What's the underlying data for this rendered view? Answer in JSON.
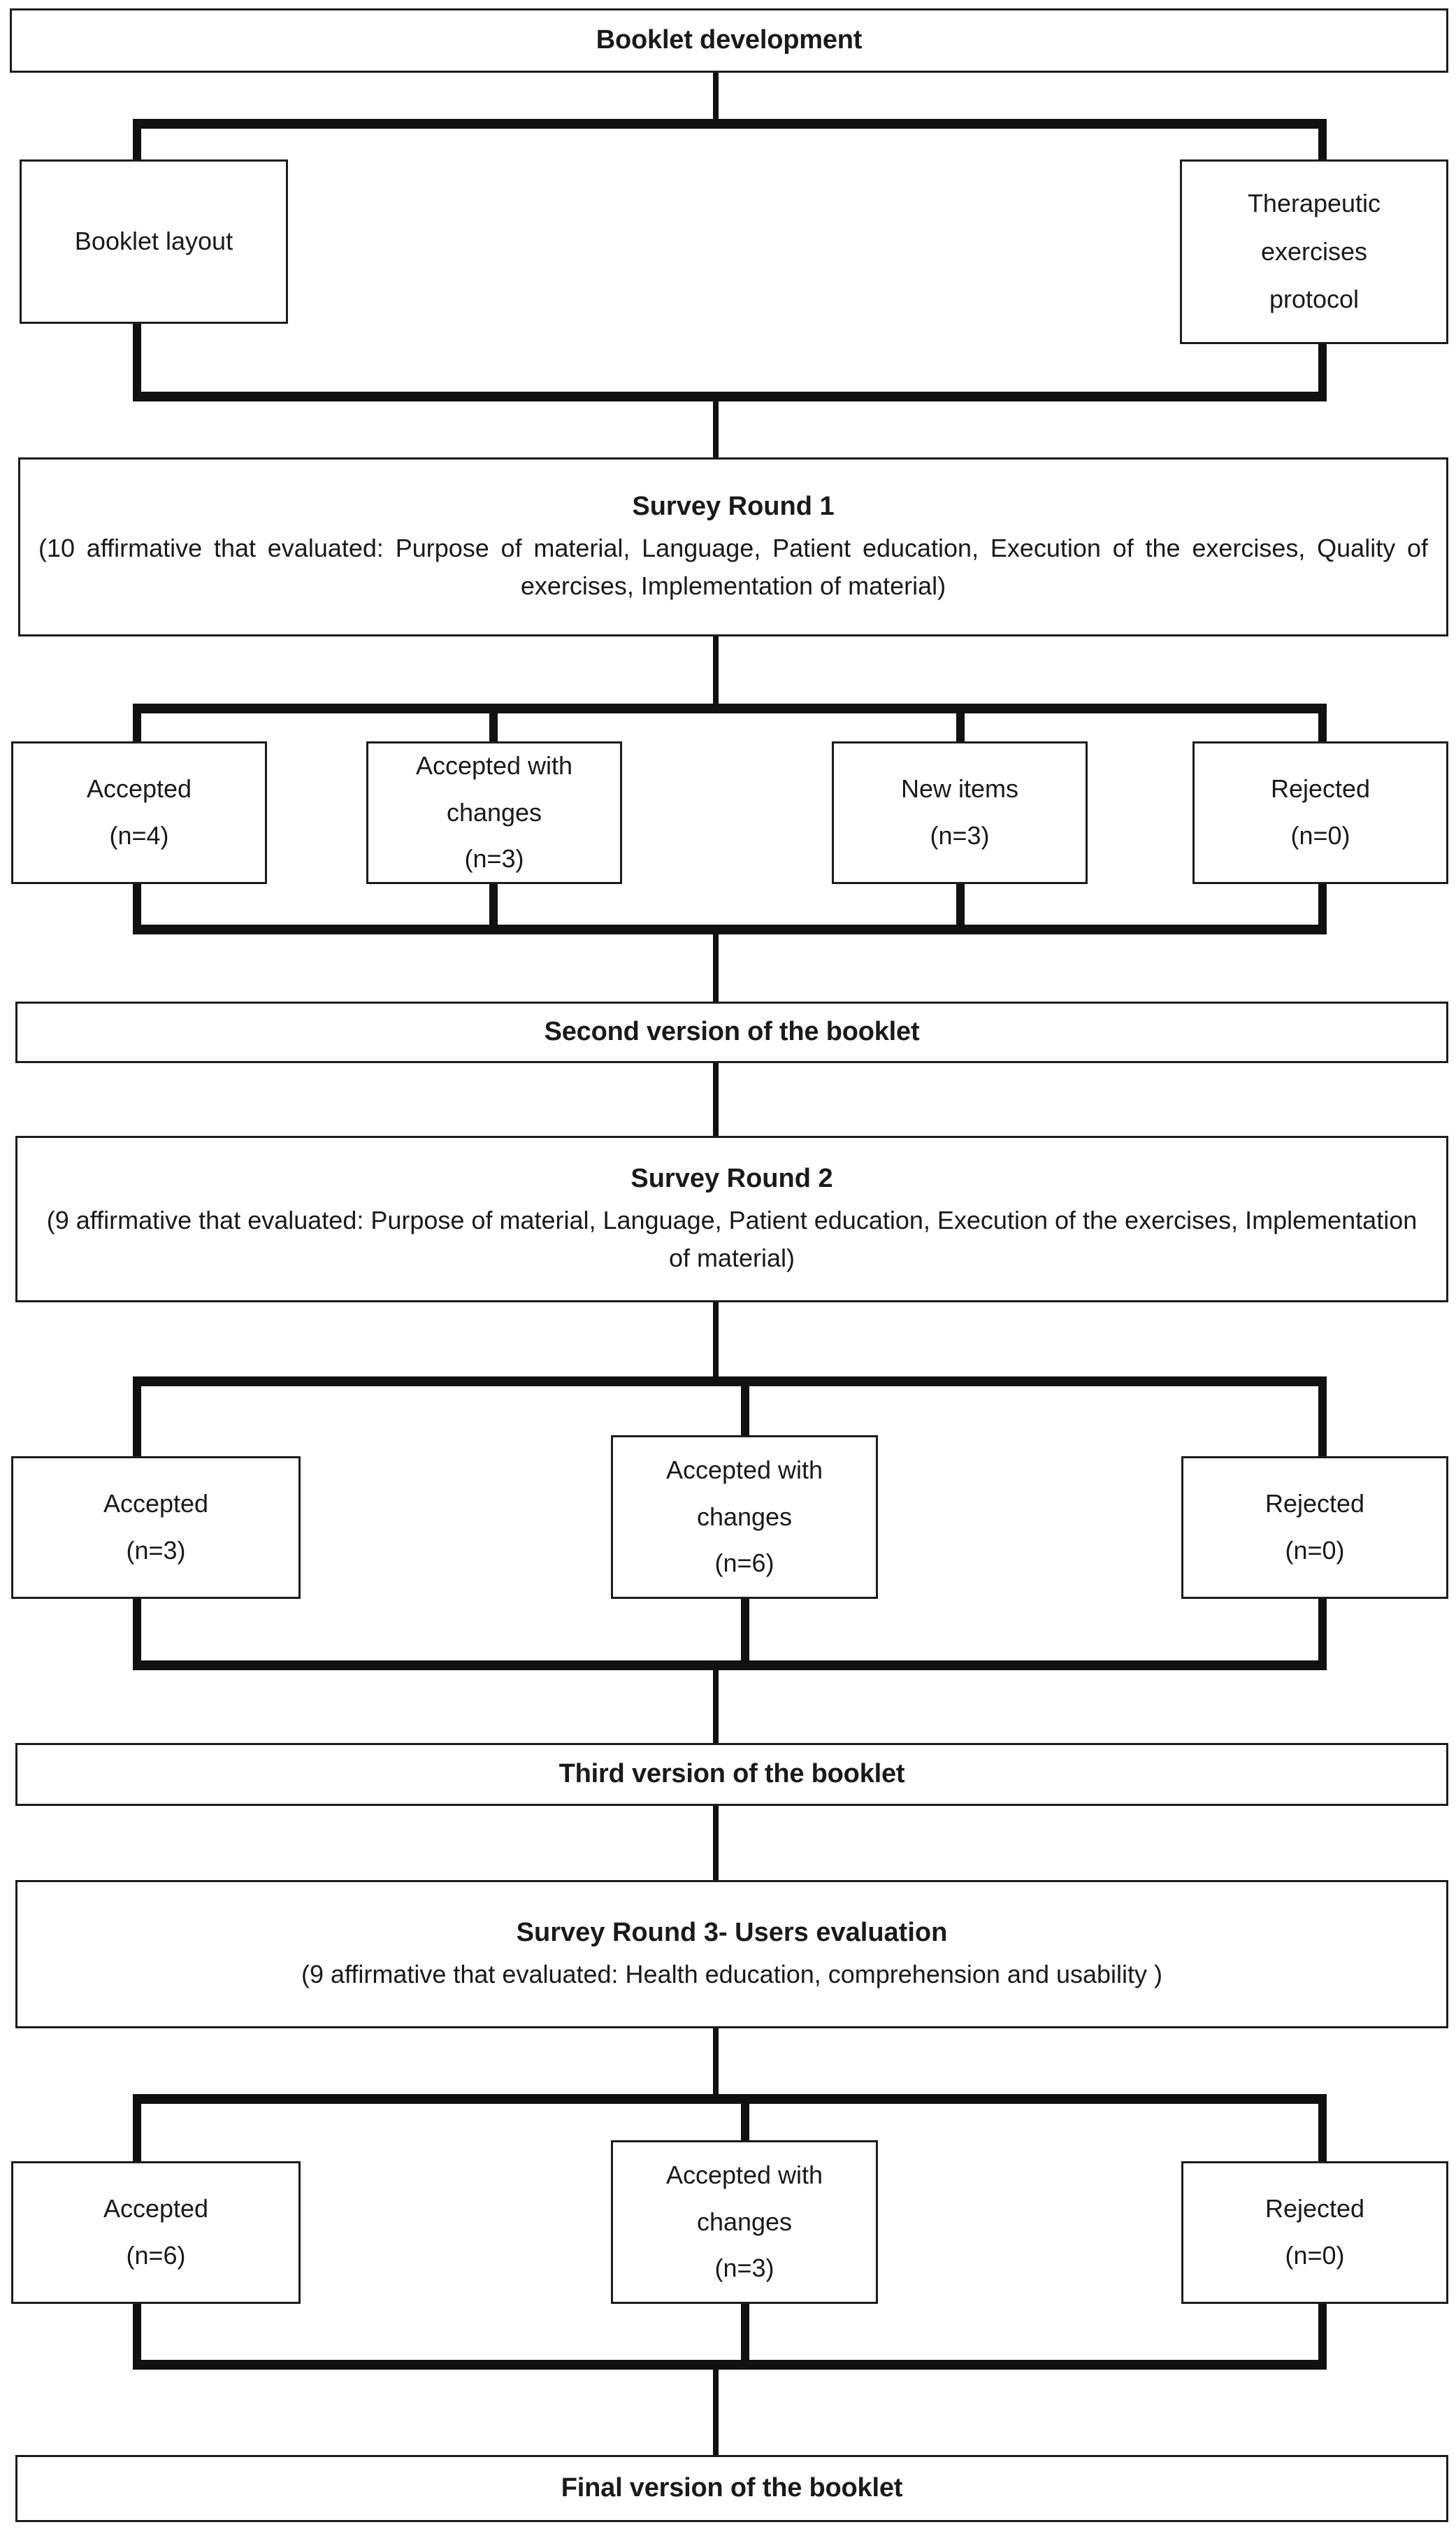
{
  "diagram": {
    "title": "Booklet development flowchart",
    "colors": {
      "line": "#111111",
      "border": "#1c1c1c",
      "background": "#ffffff",
      "text": "#1a1a1a"
    },
    "nodes": {
      "booklet_development": "Booklet development",
      "booklet_layout": "Booklet layout",
      "therapeutic_protocol_line1": "Therapeutic",
      "therapeutic_protocol_line2": "exercises",
      "therapeutic_protocol_line3": "protocol",
      "round1_title": "Survey Round 1",
      "round1_body": "(10 affirmative that evaluated: Purpose of material, Language, Patient education, Execution of the exercises, Quality of exercises, Implementation of material)",
      "round1_out1_label": "Accepted",
      "round1_out1_count": "(n=4)",
      "round1_out2_label_line1": "Accepted with",
      "round1_out2_label_line2": "changes",
      "round1_out2_count": "(n=3)",
      "round1_out3_label": "New items",
      "round1_out3_count": "(n=3)",
      "round1_out4_label": "Rejected",
      "round1_out4_count": "(n=0)",
      "second_version": "Second version of the booklet",
      "round2_title": "Survey Round 2",
      "round2_body": "(9 affirmative that evaluated: Purpose of material, Language, Patient education, Execution of the exercises, Implementation of material)",
      "round2_out1_label": "Accepted",
      "round2_out1_count": "(n=3)",
      "round2_out2_label_line1": "Accepted with",
      "round2_out2_label_line2": "changes",
      "round2_out2_count": "(n=6)",
      "round2_out3_label": "Rejected",
      "round2_out3_count": "(n=0)",
      "third_version": "Third version of the booklet",
      "round3_title": "Survey Round 3- Users evaluation",
      "round3_body": "(9 affirmative that evaluated: Health education, comprehension and usability )",
      "round3_out1_label": "Accepted",
      "round3_out1_count": "(n=6)",
      "round3_out2_label_line1": "Accepted with",
      "round3_out2_label_line2": "changes",
      "round3_out2_count": "(n=3)",
      "round3_out3_label": "Rejected",
      "round3_out3_count": "(n=0)",
      "final_version": "Final version of the booklet"
    },
    "chart_data": {
      "type": "diagram",
      "title": "Booklet development",
      "stages": [
        {
          "stage": "Booklet development",
          "inputs": [
            "Booklet layout",
            "Therapeutic exercises protocol"
          ]
        },
        {
          "stage": "Survey Round 1",
          "items": 10,
          "domains": [
            "Purpose of material",
            "Language",
            "Patient education",
            "Execution of the exercises",
            "Quality of exercises",
            "Implementation of material"
          ],
          "outcomes": [
            {
              "label": "Accepted",
              "n": 4
            },
            {
              "label": "Accepted with changes",
              "n": 3
            },
            {
              "label": "New items",
              "n": 3
            },
            {
              "label": "Rejected",
              "n": 0
            }
          ],
          "result": "Second version of the booklet"
        },
        {
          "stage": "Survey Round 2",
          "items": 9,
          "domains": [
            "Purpose of material",
            "Language",
            "Patient education",
            "Execution of the exercises",
            "Implementation of material"
          ],
          "outcomes": [
            {
              "label": "Accepted",
              "n": 3
            },
            {
              "label": "Accepted with changes",
              "n": 6
            },
            {
              "label": "Rejected",
              "n": 0
            }
          ],
          "result": "Third version of the booklet"
        },
        {
          "stage": "Survey Round 3- Users evaluation",
          "items": 9,
          "domains": [
            "Health education",
            "comprehension",
            "usability"
          ],
          "outcomes": [
            {
              "label": "Accepted",
              "n": 6
            },
            {
              "label": "Accepted with changes",
              "n": 3
            },
            {
              "label": "Rejected",
              "n": 0
            }
          ],
          "result": "Final version of the booklet"
        }
      ]
    }
  }
}
